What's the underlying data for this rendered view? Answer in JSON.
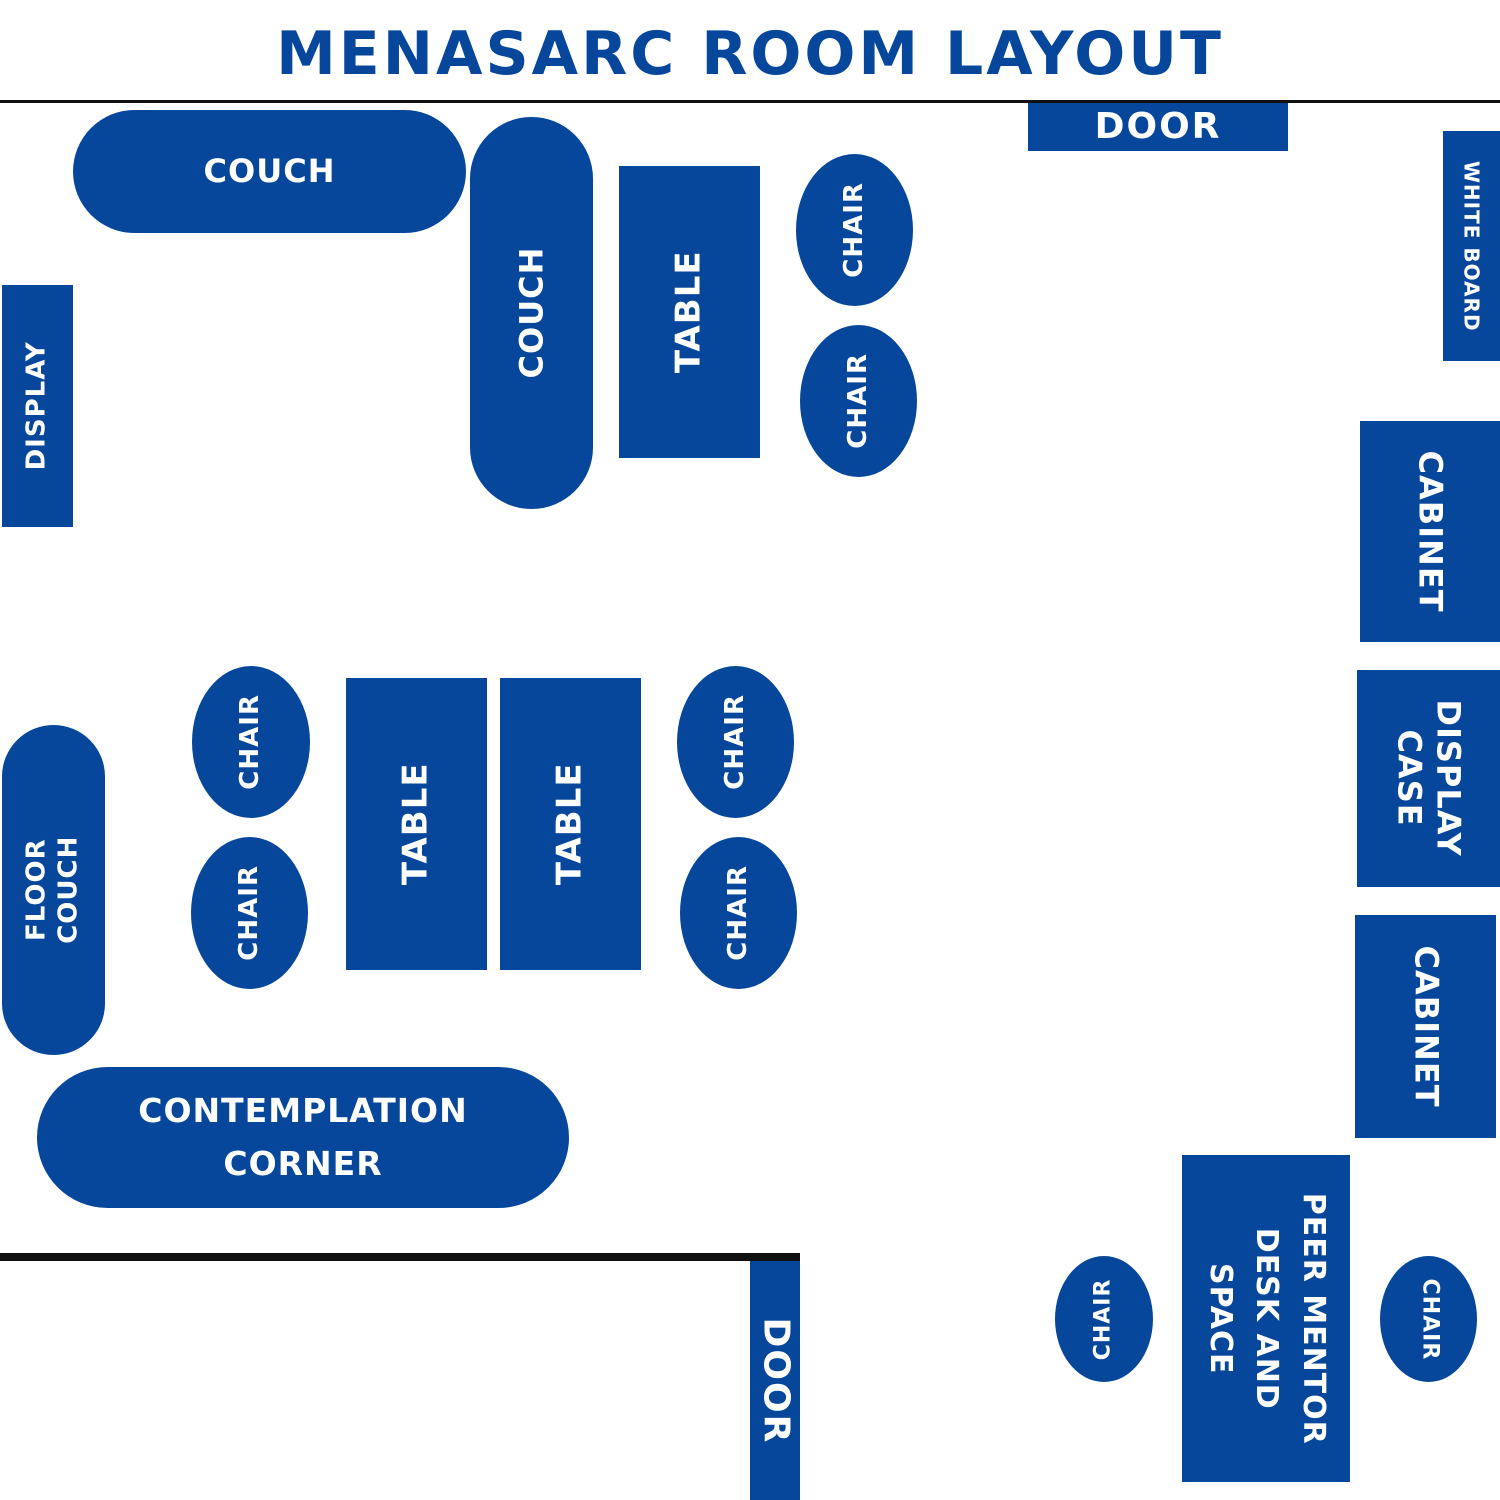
{
  "title": "MENASARC ROOM LAYOUT",
  "colors": {
    "furniture": "#06479b",
    "label": "#ffffff",
    "wall": "#111111"
  },
  "labels": {
    "door_top": "DOOR",
    "door_bottom": "DOOR",
    "couch_top": "COUCH",
    "couch_vertical": "COUCH",
    "table_top": "TABLE",
    "chair_top_1": "CHAIR",
    "chair_top_2": "CHAIR",
    "white_board": "WHITE BOARD",
    "display": "DISPLAY",
    "cabinet_1": "CABINET",
    "display_case": "DISPLAY\nCASE",
    "cabinet_2": "CABINET",
    "floor_couch": "FLOOR\nCOUCH",
    "chair_left_1": "CHAIR",
    "chair_left_2": "CHAIR",
    "table_mid_1": "TABLE",
    "table_mid_2": "TABLE",
    "chair_mid_right_1": "CHAIR",
    "chair_mid_right_2": "CHAIR",
    "contemplation_corner": "CONTEMPLATION\nCORNER",
    "chair_desk_left": "CHAIR",
    "chair_desk_right": "CHAIR",
    "peer_mentor_desk": "PEER MENTOR\nDESK AND\nSPACE"
  }
}
